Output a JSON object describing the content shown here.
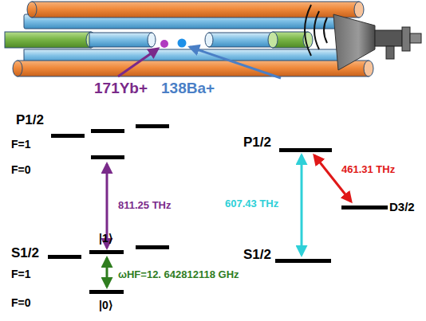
{
  "diagram": {
    "labels": [
      "171Yb+",
      "138Ba+",
      "P1/2",
      "F=1",
      "F=0",
      "811.25 THz",
      "S1/2",
      "F=1",
      "F=0",
      "|1⟩",
      "|0⟩",
      "ωHF=12. 642812118 GHz",
      "P1/2",
      "607.43 THz",
      "461.31 THz",
      "D3/2",
      "S1/2"
    ]
  }
}
